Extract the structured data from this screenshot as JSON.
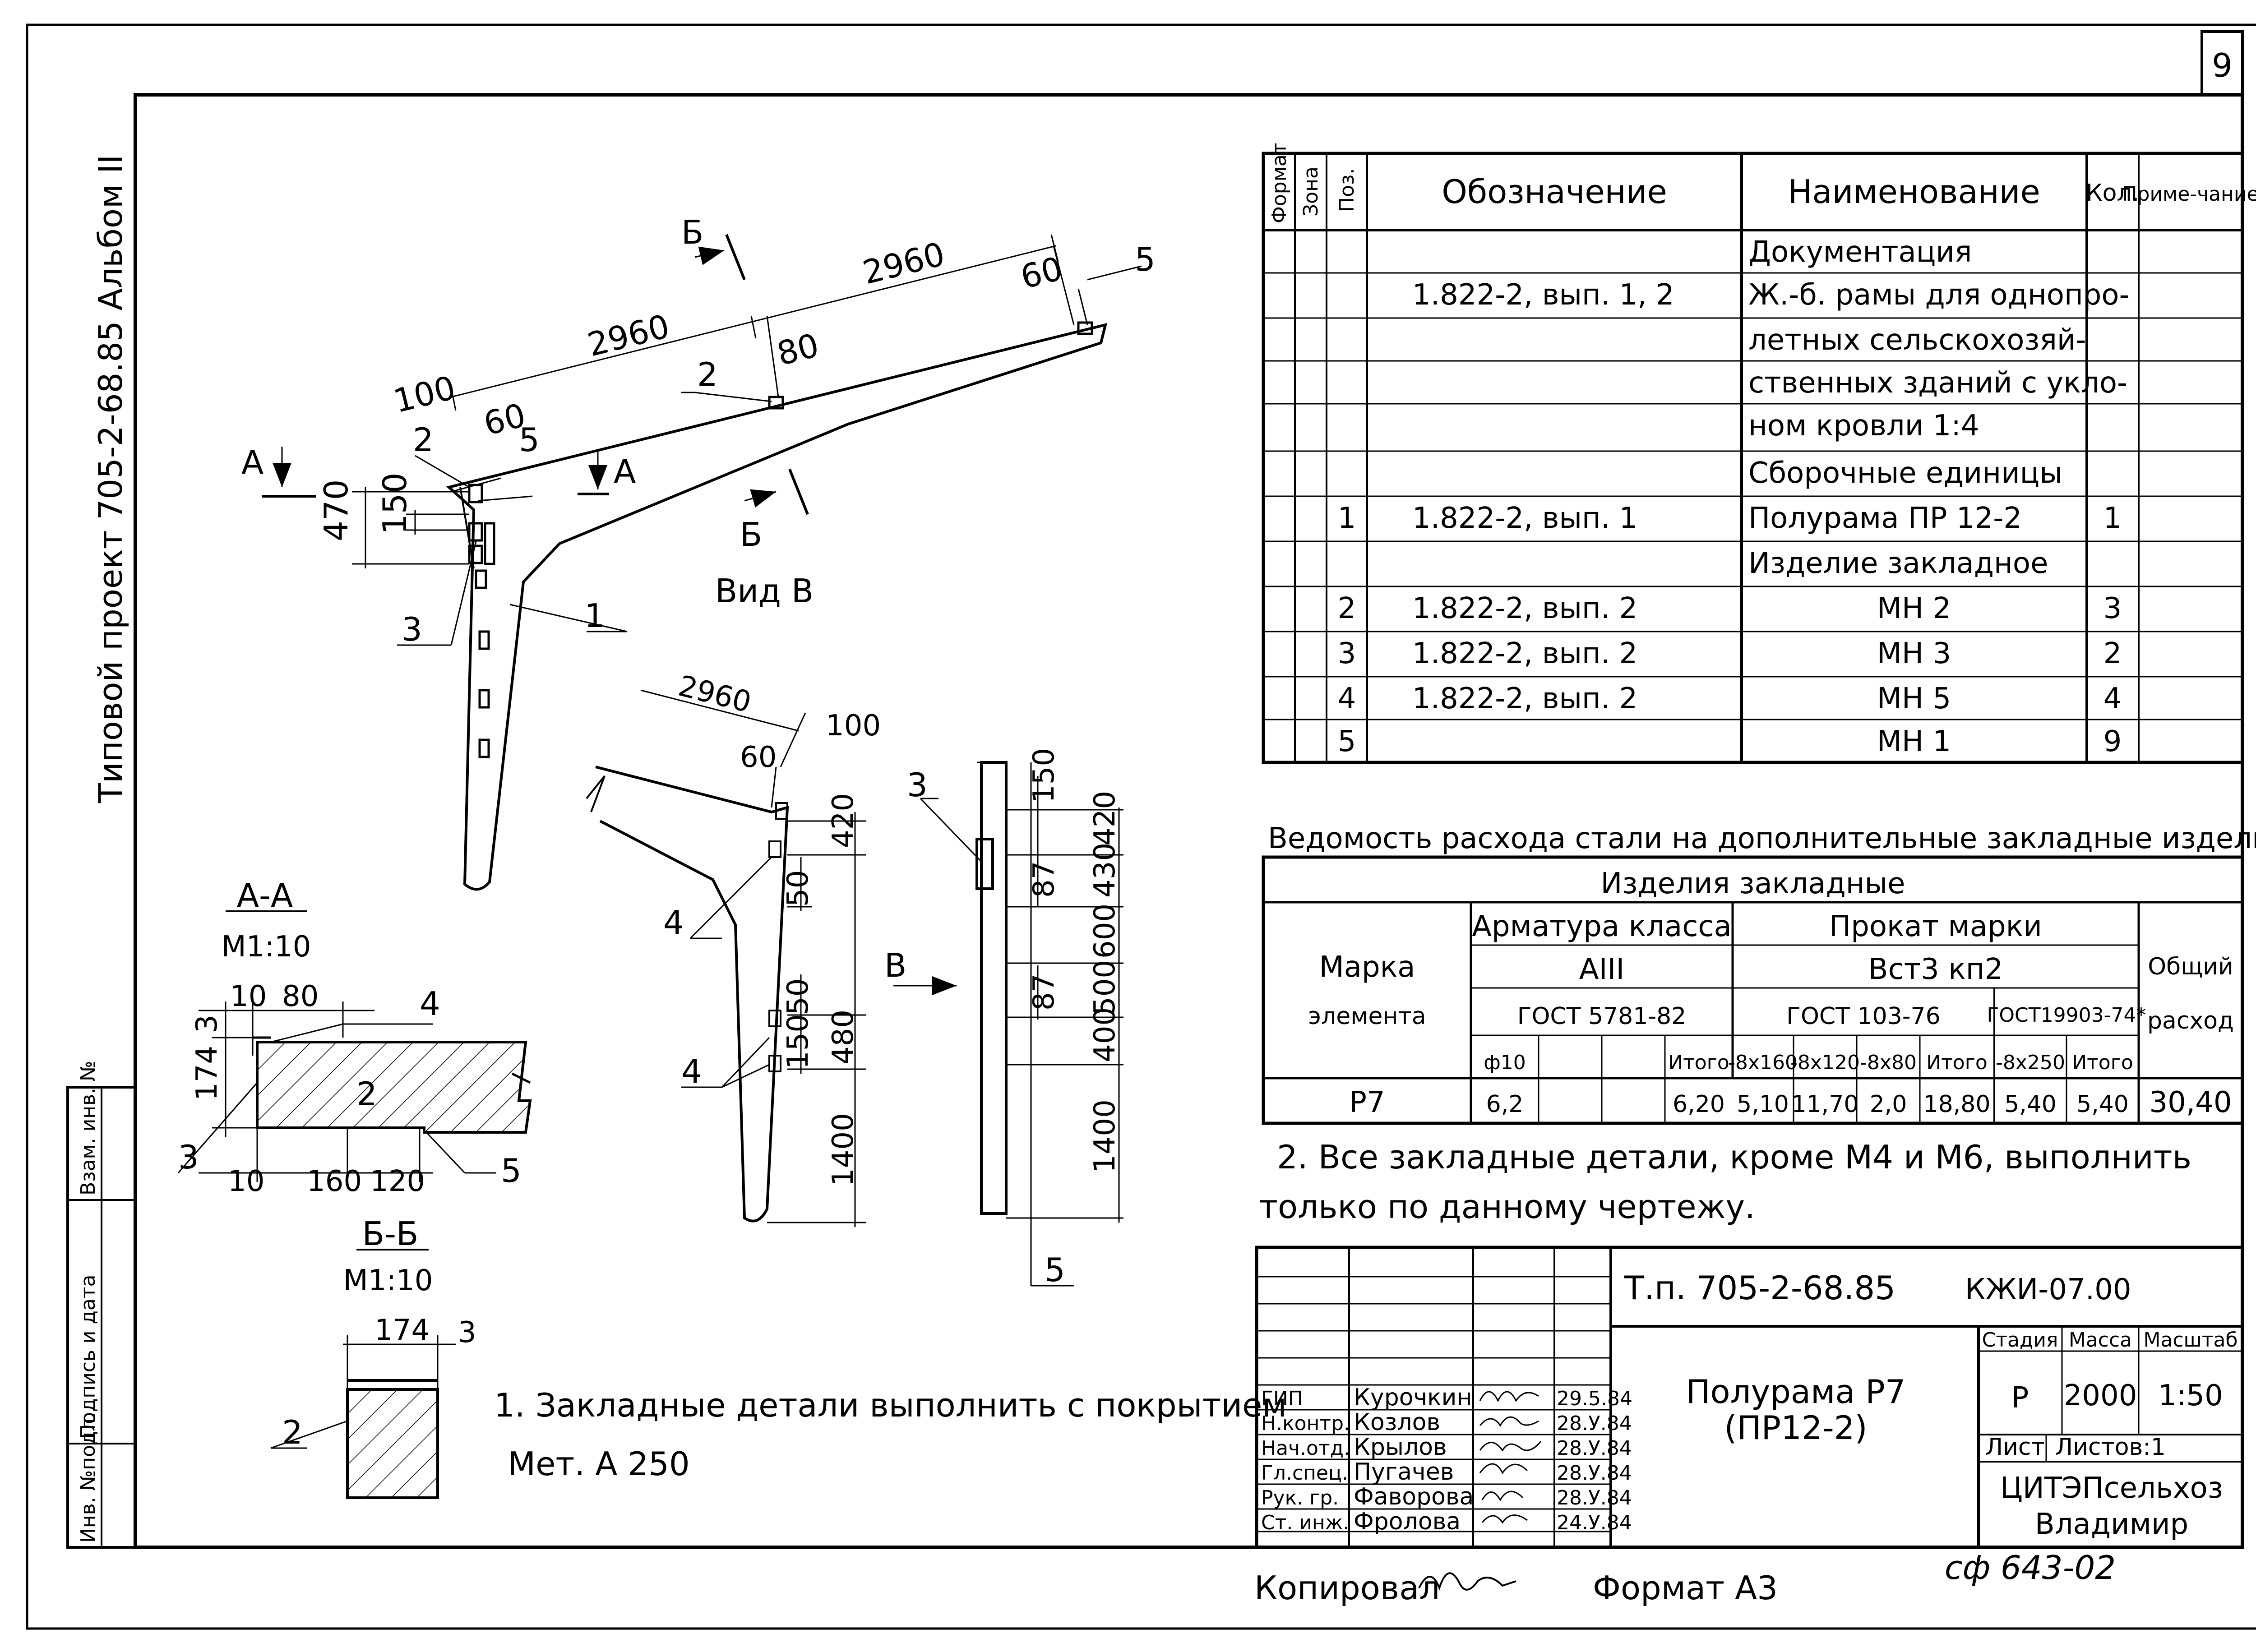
{
  "sheet": {
    "page_number": "9",
    "side_title": "Типовой проект 705-2-68.85 Альбом II",
    "side_stamp": [
      "Инв. №подл.",
      "Подпись и дата",
      "Взам. инв. №"
    ]
  },
  "spec_table": {
    "headers": [
      "Формат",
      "Зона",
      "Поз.",
      "Обозначение",
      "Наименование",
      "Кол.",
      "Приме-чание"
    ],
    "rows": [
      {
        "pos": "",
        "designation": "",
        "name": "Документация",
        "qty": ""
      },
      {
        "pos": "",
        "designation": "1.822-2, вып. 1, 2",
        "name": "Ж.-б. рамы для однопро-",
        "qty": ""
      },
      {
        "pos": "",
        "designation": "",
        "name": "летных сельскохозяй-",
        "qty": ""
      },
      {
        "pos": "",
        "designation": "",
        "name": "ственных зданий с укло-",
        "qty": ""
      },
      {
        "pos": "",
        "designation": "",
        "name": "ном кровли 1:4",
        "qty": ""
      },
      {
        "pos": "",
        "designation": "",
        "name": "Сборочные единицы",
        "qty": ""
      },
      {
        "pos": "1",
        "designation": "1.822-2, вып. 1",
        "name": "Полурама ПР 12-2",
        "qty": "1"
      },
      {
        "pos": "",
        "designation": "",
        "name": "Изделие закладное",
        "qty": ""
      },
      {
        "pos": "2",
        "designation": "1.822-2, вып. 2",
        "name": "МН 2",
        "qty": "3"
      },
      {
        "pos": "3",
        "designation": "1.822-2, вып. 2",
        "name": "МН 3",
        "qty": "2"
      },
      {
        "pos": "4",
        "designation": "1.822-2, вып. 2",
        "name": "МН 5",
        "qty": "4"
      },
      {
        "pos": "5",
        "designation": "",
        "name": "МН 1",
        "qty": "9"
      }
    ]
  },
  "steel_table": {
    "title": "Ведомость расхода стали на дополнительные закладные изделия, кг",
    "header_group": "Изделия закладные",
    "mark_header": [
      "Марка",
      "элемента"
    ],
    "armature_class": "Арматура класса",
    "armature_grade": "АIII",
    "armature_gost": "ГОСТ 5781-82",
    "rolled_header": "Прокат марки",
    "rolled_grade": "Вст3 кп2",
    "rolled_gost1": "ГОСТ 103-76",
    "rolled_gost2": "ГОСТ19903-74*",
    "total_header": [
      "Общий",
      "расход"
    ],
    "cols": [
      "ф10",
      "",
      "",
      "Итого",
      "-8x160",
      "-8x120",
      "-8x80",
      "Итого",
      "-8x250",
      "Итого"
    ],
    "row": {
      "mark": "Р7",
      "values": [
        "6,2",
        "",
        "",
        "6,20",
        "5,10",
        "11,70",
        "2,0",
        "18,80",
        "5,40",
        "5,40"
      ],
      "total": "30,40"
    }
  },
  "notes": {
    "note1_line1": "1. Закладные детали выполнить с покрытием",
    "note1_line2": "Мет. А 250",
    "note2_line1": "2. Все закладные детали, кроме М4 и М6, выполнить",
    "note2_line2": "только по данному чертежу."
  },
  "title_block": {
    "project": "Т.п. 705-2-68.85",
    "code": "КЖИ-07.00",
    "drawing_title": "Полурама Р7",
    "drawing_subtitle": "(ПР12-2)",
    "stage_label": "Стадия",
    "mass_label": "Масса",
    "scale_label": "Масштаб",
    "stage": "Р",
    "mass": "2000",
    "scale": "1:50",
    "sheet_label": "Лист",
    "sheets_label": "Листов:1",
    "org_line1": "ЦИТЭПсельхоз",
    "org_line2": "Владимир",
    "signatures": [
      {
        "role": "ГИП",
        "name": "Курочкин",
        "date": "29.5.84"
      },
      {
        "role": "Н.контр.",
        "name": "Козлов",
        "date": "28.У.84"
      },
      {
        "role": "Нач.отд.",
        "name": "Крылов",
        "date": "28.У.84"
      },
      {
        "role": "Гл.спец.",
        "name": "Пугачев",
        "date": "28.У.84"
      },
      {
        "role": "Рук. гр.",
        "name": "Фаворова",
        "date": "28.У.84"
      },
      {
        "role": "Ст. инж.",
        "name": "Фролова",
        "date": "24.У.84"
      }
    ]
  },
  "footer": {
    "copied": "Копировал",
    "format": "Формат А3",
    "archive": "сф 643-02"
  },
  "drawing": {
    "dims_main": [
      "2960",
      "2960",
      "60",
      "5",
      "100",
      "60",
      "5",
      "2",
      "80",
      "2",
      "470",
      "150",
      "3",
      "1",
      "Б",
      "Б",
      "А",
      "А"
    ],
    "view_b_label": "Вид В",
    "view_b_dims": [
      "2960",
      "100",
      "60",
      "420",
      "50",
      "50",
      "480",
      "150",
      "1400",
      "4",
      "4"
    ],
    "section_dims": [
      "150",
      "420",
      "430",
      "600",
      "500",
      "400",
      "1400",
      "87",
      "87",
      "3",
      "5",
      "В"
    ],
    "section_aa": {
      "title": "А-А",
      "scale": "М1:10",
      "dims": [
        "10",
        "80",
        "3",
        "174",
        "10",
        "160",
        "120",
        "4",
        "2",
        "3",
        "5"
      ]
    },
    "section_bb": {
      "title": "Б-Б",
      "scale": "М1:10",
      "dims": [
        "174",
        "3",
        "2"
      ]
    }
  }
}
